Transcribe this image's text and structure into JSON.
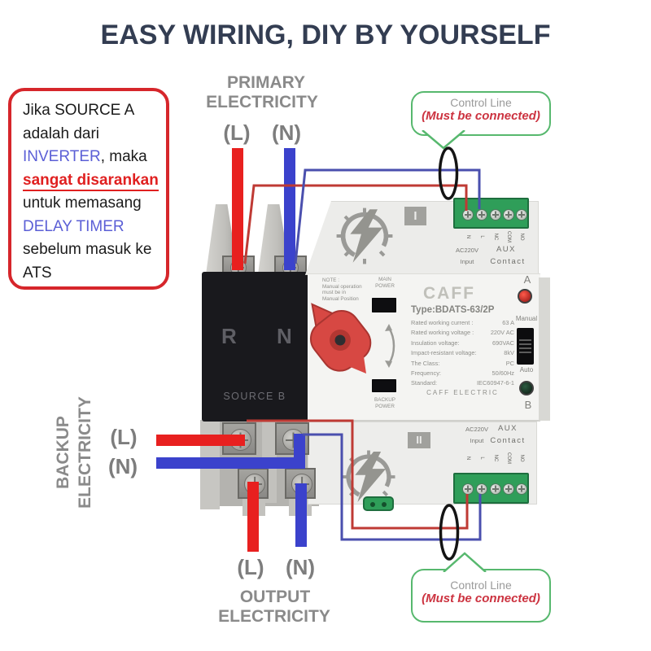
{
  "title": "EASY WIRING, DIY BY YOURSELF",
  "info_box": {
    "lines": [
      {
        "text": "Jika SOURCE A"
      },
      {
        "text": "adalah dari"
      },
      {
        "text": "INVERTER",
        "suffix": ", maka"
      },
      {
        "text": "sangat disarankan"
      },
      {
        "text": "untuk memasang"
      },
      {
        "text": "DELAY TIMER"
      },
      {
        "text": "sebelum masuk ke"
      },
      {
        "text": "ATS"
      }
    ]
  },
  "labels": {
    "primary": {
      "line1": "PRIMARY",
      "line2": "ELECTRICITY",
      "live": "(L)",
      "neutral": "(N)"
    },
    "backup": {
      "line1": "BACKUP",
      "line2": "ELECTRICITY",
      "live": "(L)",
      "neutral": "(N)"
    },
    "output": {
      "line1": "OUTPUT",
      "line2": "ELECTRICITY",
      "live": "(L)",
      "neutral": "(N)"
    }
  },
  "callouts": {
    "top": {
      "title": "Control Line",
      "note": "(Must be connected)"
    },
    "bottom": {
      "title": "Control Line",
      "note": "(Must be connected)"
    }
  },
  "device": {
    "brand": "CAFF",
    "model": "Type:BDATS-63/2P",
    "switch": {
      "r": "R",
      "n": "N",
      "source": "SOURCE B"
    },
    "badges": {
      "top": "I",
      "bottom": "II"
    },
    "note": {
      "l1": "NOTE :",
      "l2": "Manual operation",
      "l3": "must be in",
      "l4": "Manual Position"
    },
    "panel": {
      "main_l1": "MAIN",
      "main_l2": "POWER",
      "backup_l1": "BACKUP",
      "backup_l2": "POWER"
    },
    "specs": [
      {
        "label": "Rated working current :",
        "value": "63 A"
      },
      {
        "label": "Rated working voltage :",
        "value": "220V AC"
      },
      {
        "label": "Insulation voltage:",
        "value": "690VAC"
      },
      {
        "label": "Impact-resistant voltage:",
        "value": "8kV"
      },
      {
        "label": "The Class:",
        "value": "PC"
      },
      {
        "label": "Frequency:",
        "value": "50/60Hz"
      },
      {
        "label": "Standard:",
        "value": "IEC60947-6-1"
      }
    ],
    "footer": "CAFF ELECTRIC",
    "side": {
      "a": "A",
      "b": "B",
      "manual": "Manual",
      "auto": "Auto"
    },
    "terminals": {
      "ac": "AC220V",
      "input": "Input",
      "aux": "AUX",
      "contact": "Contact",
      "pins": [
        "N",
        "L",
        "NC",
        "COM",
        "NO"
      ]
    }
  },
  "colors": {
    "wire_live": "#e8201f",
    "wire_neutral": "#3b42cc",
    "control_live": "#bf3a34",
    "control_neutral": "#4a4fae",
    "accent_red": "#d6262b",
    "accent_green": "#57b86e",
    "highlight_blue": "#5b5fd6",
    "warning_red": "#e02020",
    "title_navy": "#333d52",
    "label_gray": "#8a8a8a",
    "terminal_green": "#2f9e59"
  }
}
